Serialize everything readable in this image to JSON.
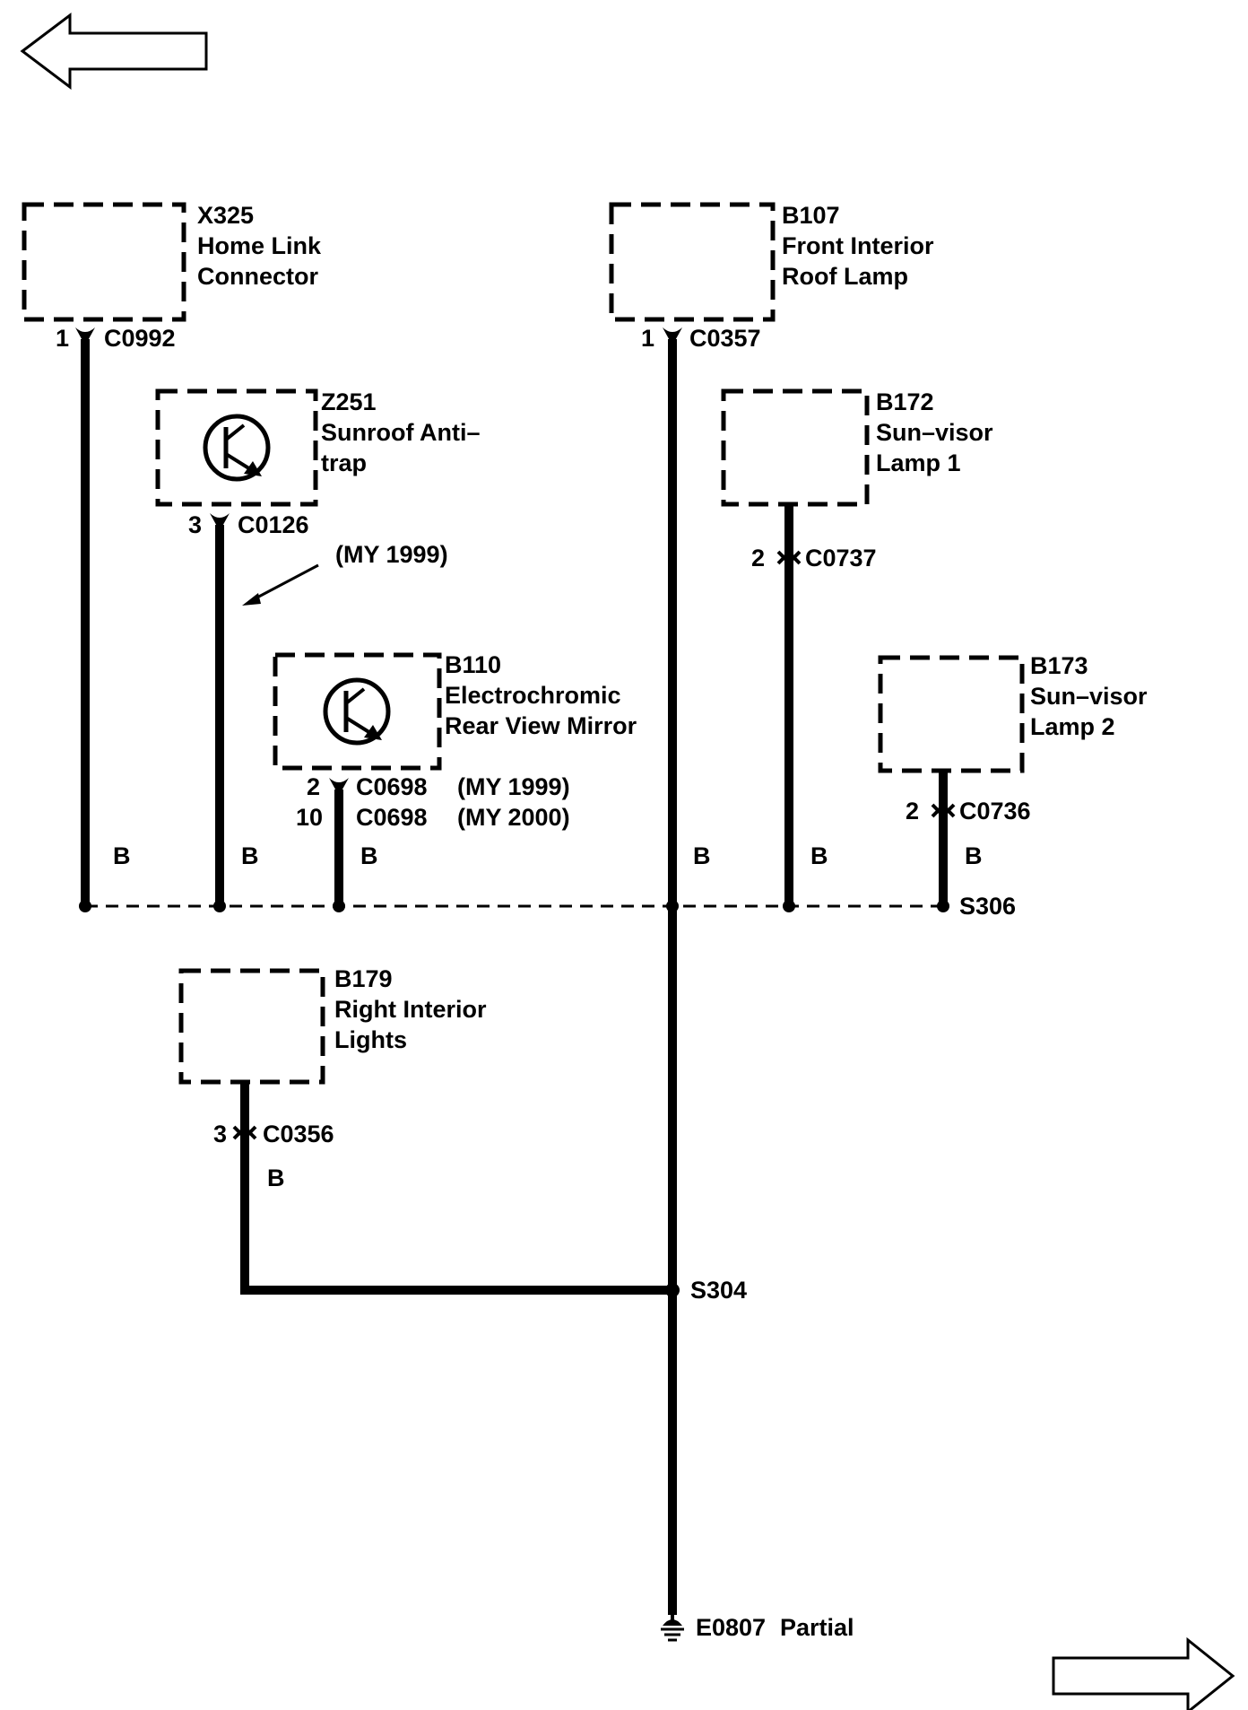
{
  "nav": {
    "prev_label": "previous page",
    "next_label": "next page"
  },
  "components": {
    "x325": {
      "id": "X325",
      "line1": "Home Link",
      "line2": "Connector",
      "pin": "1",
      "connector": "C0992"
    },
    "b107": {
      "id": "B107",
      "line1": "Front Interior",
      "line2": "Roof Lamp",
      "pin": "1",
      "connector": "C0357"
    },
    "z251": {
      "id": "Z251",
      "line1": "Sunroof Anti–",
      "line2": "trap",
      "pin": "3",
      "connector": "C0126"
    },
    "b172": {
      "id": "B172",
      "line1": "Sun–visor",
      "line2": "Lamp 1",
      "pin": "2",
      "connector": "C0737"
    },
    "b110": {
      "id": "B110",
      "line1": "Electrochromic",
      "line2": "Rear View Mirror",
      "pin1": "2",
      "connector1": "C0698",
      "year1": "(MY 1999)",
      "pin2": "10",
      "connector2": "C0698",
      "year2": "(MY 2000)"
    },
    "b173": {
      "id": "B173",
      "line1": "Sun–visor",
      "line2": "Lamp 2",
      "pin": "2",
      "connector": "C0736"
    },
    "b179": {
      "id": "B179",
      "line1": "Right Interior",
      "line2": "Lights",
      "pin": "3",
      "connector": "C0356"
    }
  },
  "notes": {
    "my1999_arrow": "(MY 1999)"
  },
  "wire_color": "B",
  "splices": {
    "s306": "S306",
    "s304": "S304"
  },
  "ground": {
    "id": "E0807",
    "note": "Partial"
  }
}
